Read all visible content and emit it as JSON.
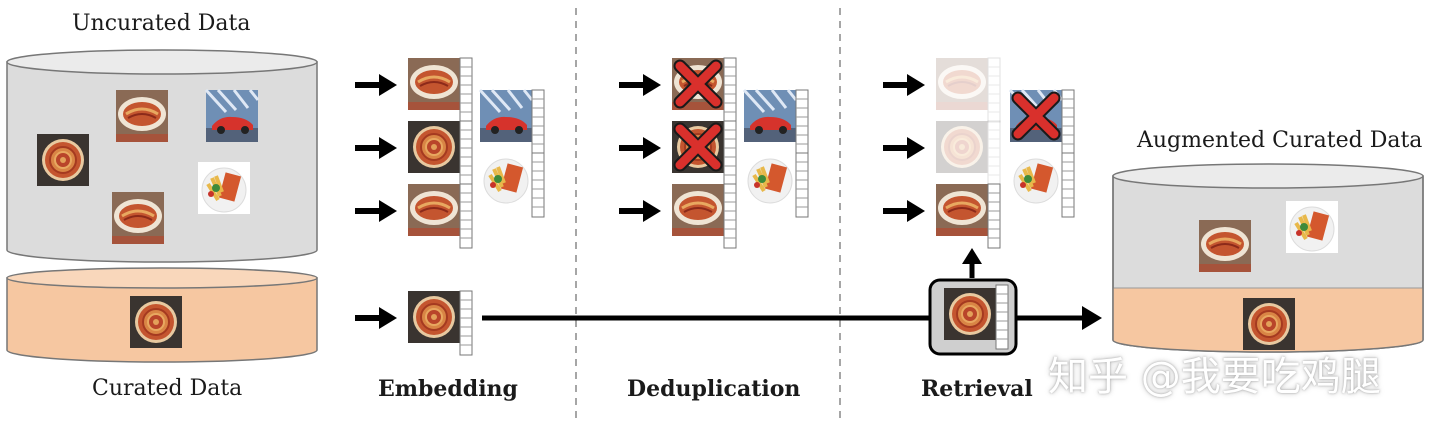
{
  "labels": {
    "uncurated": "Uncurated Data",
    "curated": "Curated Data",
    "augmented": "Augmented Curated Data",
    "embedding": "Embedding",
    "deduplication": "Deduplication",
    "retrieval": "Retrieval"
  },
  "watermark": "知乎 @我要吃鸡腿",
  "colors": {
    "uncurated_fill": "#dcdcdc",
    "curated_fill": "#f6c7a1",
    "cross": "#d9302c",
    "arrow": "#000000"
  },
  "image_types": [
    "ratatouille-dish",
    "sports-car",
    "fries-plate"
  ]
}
